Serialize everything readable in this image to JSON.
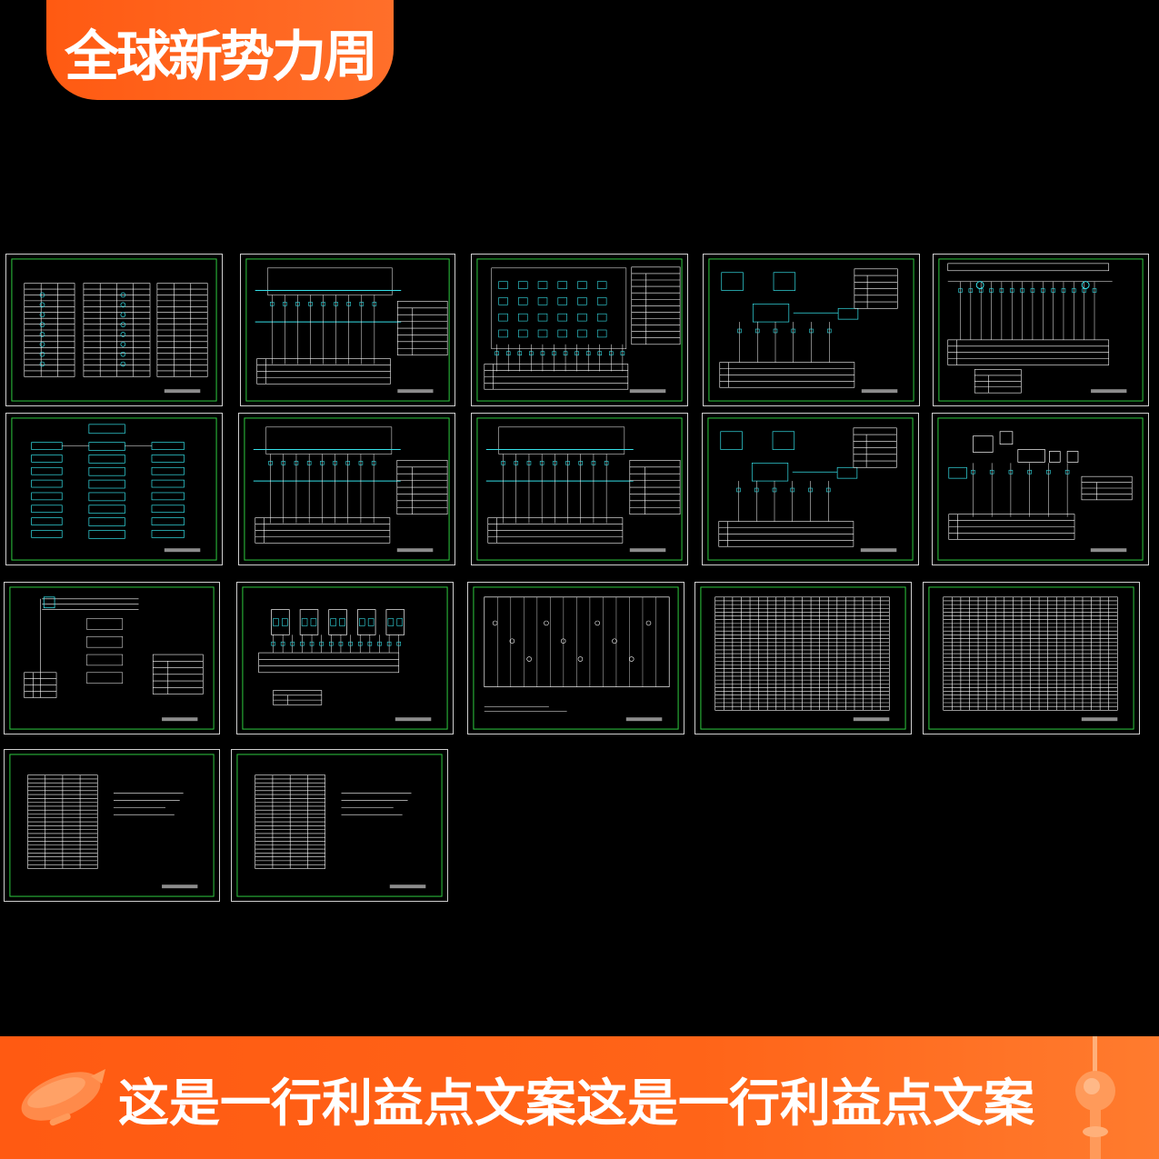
{
  "header": {
    "badge_text": "全球新势力周"
  },
  "banner": {
    "slogan": "这是一行利益点文案这是一行利益点文案"
  },
  "icons": [
    "airship-icon",
    "tower-icon"
  ],
  "colors": {
    "accent": "#ff5a12",
    "frame_border": "#cfcfcf",
    "inner_border": "#2ecc40",
    "drawing_line": "#ffffff",
    "drawing_accent": "#35e0e8"
  },
  "sheets": [
    {
      "kind": "legend"
    },
    {
      "kind": "schematic"
    },
    {
      "kind": "schematic-grid"
    },
    {
      "kind": "schematic-sparse"
    },
    {
      "kind": "bus"
    },
    {
      "kind": "flowchart"
    },
    {
      "kind": "schematic"
    },
    {
      "kind": "schematic"
    },
    {
      "kind": "schematic-sparse"
    },
    {
      "kind": "equipment"
    },
    {
      "kind": "wiring"
    },
    {
      "kind": "modules"
    },
    {
      "kind": "panel"
    },
    {
      "kind": "table"
    },
    {
      "kind": "table"
    },
    {
      "kind": "notes"
    },
    {
      "kind": "notes"
    }
  ]
}
